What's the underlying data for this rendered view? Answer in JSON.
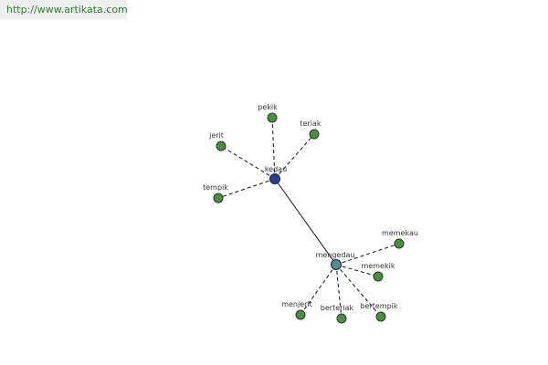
{
  "watermark": "http://www.artikata.com",
  "colors": {
    "leaf": "#4f8a46",
    "root": "#2d3f8f",
    "secondary": "#4f8f8a"
  },
  "graph": {
    "nodes": [
      {
        "id": "kedau",
        "label": "kedau",
        "role": "root"
      },
      {
        "id": "pekik",
        "label": "pekik",
        "role": "leaf"
      },
      {
        "id": "teriak",
        "label": "teriak",
        "role": "leaf"
      },
      {
        "id": "jerit",
        "label": "jerit",
        "role": "leaf"
      },
      {
        "id": "tempik",
        "label": "tempik",
        "role": "leaf"
      },
      {
        "id": "mengedau",
        "label": "mengedau",
        "role": "secondary"
      },
      {
        "id": "memekau",
        "label": "memekau",
        "role": "leaf"
      },
      {
        "id": "memekik",
        "label": "memekik",
        "role": "leaf"
      },
      {
        "id": "menjerit",
        "label": "menjerit",
        "role": "leaf"
      },
      {
        "id": "berteriak",
        "label": "berteriak",
        "role": "leaf"
      },
      {
        "id": "bertempik",
        "label": "bertempik",
        "role": "leaf"
      }
    ],
    "edges": [
      {
        "from": "kedau",
        "to": "pekik",
        "style": "dashed"
      },
      {
        "from": "kedau",
        "to": "teriak",
        "style": "dashed"
      },
      {
        "from": "kedau",
        "to": "jerit",
        "style": "dashed"
      },
      {
        "from": "kedau",
        "to": "tempik",
        "style": "dashed"
      },
      {
        "from": "kedau",
        "to": "mengedau",
        "style": "solid"
      },
      {
        "from": "mengedau",
        "to": "memekau",
        "style": "dashed"
      },
      {
        "from": "mengedau",
        "to": "memekik",
        "style": "dashed"
      },
      {
        "from": "mengedau",
        "to": "menjerit",
        "style": "dashed"
      },
      {
        "from": "mengedau",
        "to": "berteriak",
        "style": "dashed"
      },
      {
        "from": "mengedau",
        "to": "bertempik",
        "style": "dashed"
      }
    ]
  }
}
